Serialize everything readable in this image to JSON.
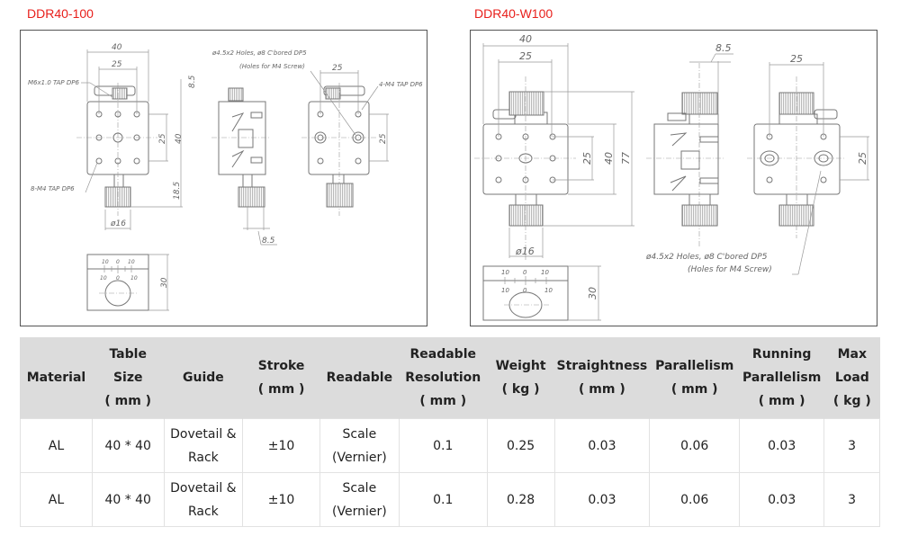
{
  "models": [
    {
      "title": "DDR40-100",
      "labels": {
        "w40": "40",
        "w25": "25",
        "d85": "8.5",
        "m6": "M6x1.0 TAP DP6",
        "h25": "25",
        "h40": "40",
        "h185": "18.5",
        "m4": "8-M4 TAP DP6",
        "d16": "ø16",
        "side85": "8.5",
        "holes": "ø4.5x2 Holes, ø8 C'bored DP5",
        "holes2": "(Holes for M4 Screw)",
        "r25": "25",
        "m4b": "4-M4 TAP DP6",
        "rh25": "25",
        "h30": "30",
        "s10a": "10",
        "s0a": "0",
        "s10b": "10",
        "s10c": "10",
        "s0b": "0",
        "s10d": "10"
      }
    },
    {
      "title": "DDR40-W100",
      "labels": {
        "w40": "40",
        "w25": "25",
        "h25": "25",
        "h40": "40",
        "h77": "77",
        "d16": "ø16",
        "d85": "8.5",
        "r25": "25",
        "rh25": "25",
        "holes": "ø4.5x2 Holes, ø8 C'bored DP5",
        "holes2": "(Holes for M4 Screw)",
        "h30": "30",
        "s10a": "10",
        "s0a": "0",
        "s10b": "10",
        "s10c": "10",
        "s0b": "0",
        "s10d": "10"
      }
    }
  ],
  "table": {
    "headers": [
      [
        "Material"
      ],
      [
        "Table",
        "Size",
        "( mm )"
      ],
      [
        "Guide"
      ],
      [
        "Stroke",
        "( mm )"
      ],
      [
        "Readable"
      ],
      [
        "Readable",
        "Resolution",
        "( mm )"
      ],
      [
        "Weight",
        "( kg )"
      ],
      [
        "Straightness",
        "( mm )"
      ],
      [
        "Parallelism",
        "( mm )"
      ],
      [
        "Running",
        "Parallelism",
        "( mm )"
      ],
      [
        "Max",
        "Load",
        "( kg )"
      ]
    ],
    "rows": [
      [
        [
          "AL"
        ],
        [
          "40 * 40"
        ],
        [
          "Dovetail &",
          "Rack"
        ],
        [
          "±10"
        ],
        [
          "Scale",
          "(Vernier)"
        ],
        [
          "0.1"
        ],
        [
          "0.25"
        ],
        [
          "0.03"
        ],
        [
          "0.06"
        ],
        [
          "0.03"
        ],
        [
          "3"
        ]
      ],
      [
        [
          "AL"
        ],
        [
          "40 * 40"
        ],
        [
          "Dovetail &",
          "Rack"
        ],
        [
          "±10"
        ],
        [
          "Scale",
          "(Vernier)"
        ],
        [
          "0.1"
        ],
        [
          "0.28"
        ],
        [
          "0.03"
        ],
        [
          "0.06"
        ],
        [
          "0.03"
        ],
        [
          "3"
        ]
      ]
    ]
  }
}
